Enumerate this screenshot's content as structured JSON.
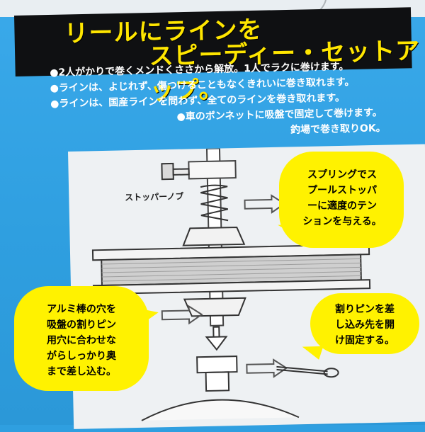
{
  "header": {
    "line1": "リールにラインを",
    "line2": "スピーディー・セットアップ。"
  },
  "bullets": [
    "●2人がかりで巻くメンドくささから解放。1人でラクに巻けます。",
    "●ラインは、よじれず、傷つけることもなくきれいに巻き取れます。",
    "●ラインは、国産ラインを問わず、全てのラインを巻き取れます。",
    "●車のボンネットに吸盤で固定して巻けます。",
    "釣場で巻き取りOK。"
  ],
  "diagram": {
    "stopper_knob_label": "ストッパーノブ",
    "callout_spring": [
      "スプリングでス",
      "プールストッパ",
      "ーに適度のテン",
      "ションを与える。"
    ],
    "callout_rod": [
      "アルミ棒の穴を",
      "吸盤の割りピン",
      "用穴に合わせな",
      "がらしっかり奥",
      "まで差し込む。"
    ],
    "callout_pin": [
      "割りピンを差",
      "し込み先を開",
      "け固定する。"
    ]
  },
  "colors": {
    "background_blue": "#2f9fe0",
    "banner_black": "#0f1012",
    "headline_yellow": "#ffe600",
    "callout_yellow": "#fff200",
    "diagram_panel": "#eef1f3"
  }
}
